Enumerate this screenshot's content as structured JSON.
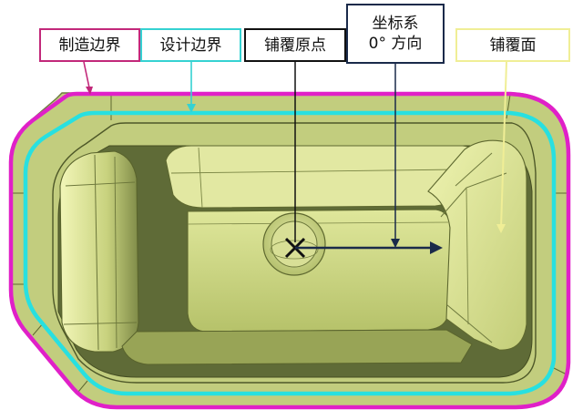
{
  "labels": {
    "manufacturing_boundary": "制造边界",
    "design_boundary": "设计边界",
    "layup_origin": "铺覆原点",
    "coord_line1": "坐标系",
    "coord_line2": "0°  方向",
    "layup_surface": "铺覆面"
  },
  "colors": {
    "manufacturing_boundary": "#e020c8",
    "design_boundary": "#28e0e0",
    "origin_marker": "#111111",
    "direction_arrow": "#1a2a4a",
    "layup_surface_callout": "#f0ee96",
    "part_surface": "#d4dd88",
    "part_shadow": "#5e6a36"
  }
}
